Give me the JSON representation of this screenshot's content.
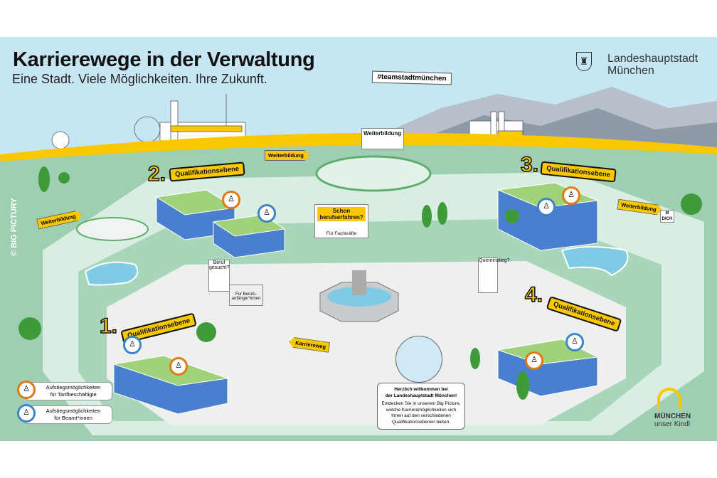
{
  "header": {
    "title": "Karrierewege in der Verwaltung",
    "subtitle": "Eine Stadt. Viele Möglichkeiten. Ihre Zukunft.",
    "hashtag": "#teamstadtmünchen"
  },
  "logo": {
    "line1": "Landeshauptstadt",
    "line2": "München"
  },
  "levels": [
    {
      "number": "1.",
      "label": "Qualifikationsebene"
    },
    {
      "number": "2.",
      "label": "Qualifikationsebene"
    },
    {
      "number": "3.",
      "label": "Qualifikationsebene"
    },
    {
      "number": "4.",
      "label": "Qualifikationsebene"
    }
  ],
  "signs": {
    "weiterbildung": "Weiterbildung",
    "karriereweg": "Karriereweg"
  },
  "boards": {
    "workshop": "Weiterbildung",
    "berufserfahren": "Schon berufserfahren?",
    "fachkraefte": "Für Fachkräfte",
    "beruf_gesucht": "Beruf gesucht?",
    "berufsanfaenger": "Für Berufs-anfänger*innen",
    "quereinstieg": "Quereinstieg?"
  },
  "bench_sign": "M DICH",
  "legend": [
    {
      "line1": "Aufstiegsmöglichkeiten",
      "line2": "für Tarifbeschäftigte",
      "color": "#e07a10"
    },
    {
      "line1": "Aufstiegsmöglichkeiten",
      "line2": "für Beamt*innen",
      "color": "#3a86c8"
    }
  ],
  "welcome": {
    "heading1": "Herzlich willkommen bei",
    "heading2": "der Landeshauptstadt München!",
    "body": "Entdecken Sie in unserem Big Picture, welche Karrieremöglichkeiten sich Ihnen auf den verschiedenen Qualifikationsebenen bieten."
  },
  "copyright": "© BIG PICTURY",
  "brand": {
    "line1": "MÜNCHEN",
    "line2": "unser Kindl"
  },
  "colors": {
    "sky": "#c7e6f4",
    "yellow": "#f9c800",
    "grass": "#9fcfb2",
    "path": "#d9eee2",
    "plaza": "#eef0ee",
    "water": "#7fcbe6"
  }
}
